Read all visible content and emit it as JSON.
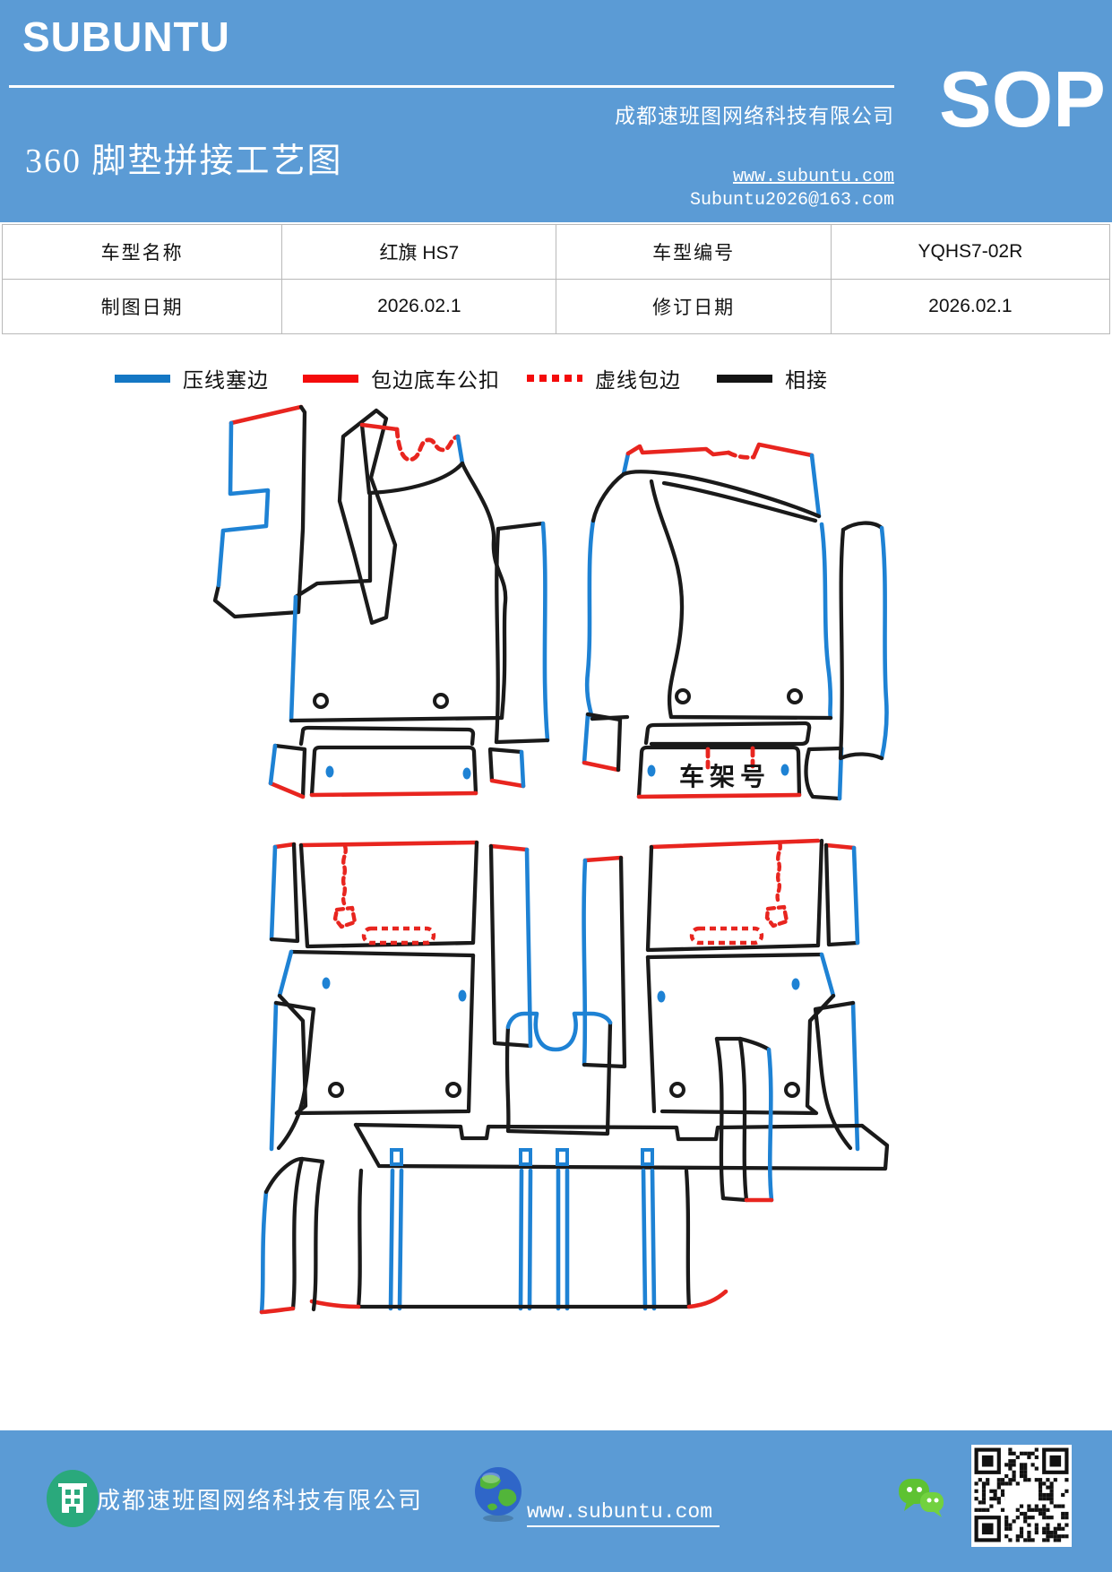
{
  "header": {
    "logo": "SUBUNTU",
    "title": "360 脚垫拼接工艺图",
    "company": "成都速班图网络科技有限公司",
    "website": "www.subuntu.com",
    "email": "Subuntu2026@163.com",
    "sop": "SOP"
  },
  "table": {
    "rows": [
      {
        "cells": [
          "车型名称",
          "红旗 HS7",
          "车型编号",
          "YQHS7-02R"
        ]
      },
      {
        "cells": [
          "制图日期",
          "2026.02.1",
          "修订日期",
          "2026.02.1"
        ]
      }
    ]
  },
  "legend": {
    "items": [
      {
        "label": "压线塞边",
        "color": "#1477c4",
        "style": "solid"
      },
      {
        "label": "包边底车公扣",
        "color": "#f40b0b",
        "style": "solid"
      },
      {
        "label": "虚线包边",
        "color": "#f40b0b",
        "style": "dashed"
      },
      {
        "label": "相接",
        "color": "#141414",
        "style": "solid"
      }
    ]
  },
  "diagram": {
    "vin_label": "车架号"
  },
  "footer": {
    "company": "成都速班图网络科技有限公司",
    "website": "www.subuntu.com"
  },
  "colors": {
    "band": "#5b9bd5",
    "blue": "#1e82d4",
    "red": "#e8251f",
    "black": "#1a1a1a",
    "legend_blue": "#1477c4",
    "legend_red": "#f40b0b",
    "legend_black": "#141414",
    "wechat_green": "#5ec232",
    "building_green": "#2aa97c"
  }
}
